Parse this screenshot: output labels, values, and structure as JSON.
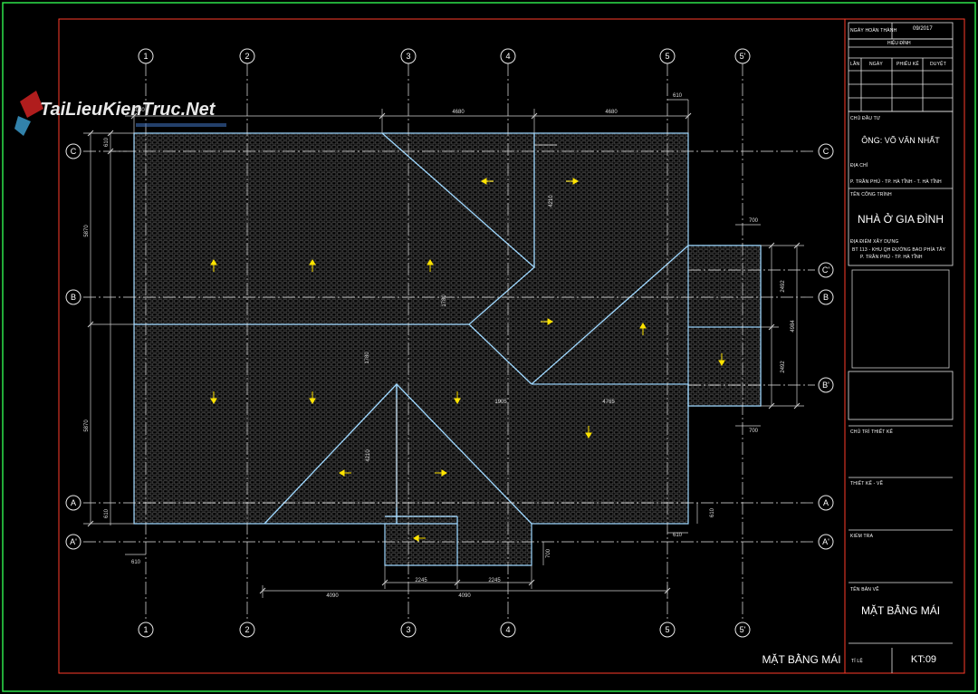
{
  "watermark": {
    "text": "TaiLieuKienTruc.Net"
  },
  "drawing": {
    "title": "MẶT BẰNG MÁI",
    "sheet_no": "KT:09",
    "scale_label": "TỈ LỆ"
  },
  "title_block": {
    "completion_label": "NGÀY HOÀN THÀNH",
    "completion_date": "09/2017",
    "revision_header": "HIỆU ĐÍNH",
    "revision_cols": [
      "LẦN",
      "NGÀY",
      "PHIẾU KẾ",
      "DUYỆT"
    ],
    "owner_label": "CHỦ ĐẦU TƯ",
    "owner": "ÔNG: VÕ VĂN NHẤT",
    "address_label": "ĐỊA CHỈ",
    "address": "P. TRẦN PHÚ - TP. HÀ TĨNH - T. HÀ TĨNH",
    "project_label": "TÊN CÔNG TRÌNH",
    "project": "NHÀ Ở GIA ĐÌNH",
    "site_label": "ĐỊA ĐIỂM XÂY DỰNG",
    "site_line1": "BT 113 - KHU QH ĐƯỜNG BAO PHÍA TÂY",
    "site_line2": "P. TRẦN PHÚ - TP. HÀ TĨNH",
    "chief_label": "CHỦ TRÌ THIẾT KẾ",
    "designer_label": "THIẾT KẾ - VẼ",
    "checker_label": "KIỂM TRA",
    "sheet_name_label": "TÊN BẢN VẼ",
    "sheet_name": "MẶT BẰNG MÁI"
  },
  "grid": {
    "columns": [
      "1",
      "2",
      "3",
      "4",
      "5",
      "5'"
    ],
    "rows": [
      "C",
      "C'",
      "B",
      "B'",
      "A",
      "A'"
    ]
  },
  "dimensions": {
    "top_610": "610",
    "top_4080": "4080",
    "top_4680a": "4680",
    "top_4680b": "4680",
    "left_610": "610",
    "left_5870a": "5870",
    "left_5870b": "5870",
    "left_610b": "610",
    "right_700a": "700",
    "right_2492a": "2492",
    "right_4984": "4984",
    "right_2492b": "2492",
    "right_700b": "700",
    "right_610": "610",
    "right_610b": "610",
    "in_4210a": "4210",
    "in_1780a": "1780",
    "in_1780b": "1780",
    "in_1905": "1905",
    "in_4765": "4765",
    "in_4210b": "4210",
    "bot_610": "610",
    "bot_700": "700",
    "bot_2245a": "2245",
    "bot_2245b": "2245",
    "bot_4090a": "4090",
    "bot_4090b": "4090"
  },
  "colors": {
    "frame_red": "#ff3c2a",
    "frame_green": "#2ee24a",
    "roof_line": "#9fd8ff",
    "arrow": "#ffe400",
    "grid": "#e8e8e8",
    "dim": "#cfcfcf"
  }
}
